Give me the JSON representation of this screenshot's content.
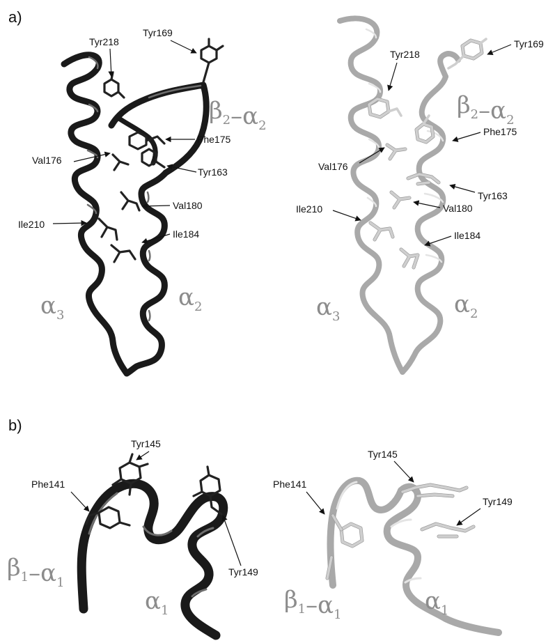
{
  "panels": {
    "a": {
      "label": "a)",
      "dark": {
        "residues": [
          "Tyr218",
          "Tyr169",
          "Phe175",
          "Val176",
          "Tyr163",
          "Val180",
          "Ile210",
          "Ile184"
        ],
        "loop": "β2–α2",
        "helix_left": "α3",
        "helix_right": "α2"
      },
      "light": {
        "residues": [
          "Tyr218",
          "Tyr169",
          "Phe175",
          "Val176",
          "Tyr163",
          "Val180",
          "Ile210",
          "Ile184"
        ],
        "loop": "β2–α2",
        "helix_left": "α3",
        "helix_right": "α2"
      }
    },
    "b": {
      "label": "b)",
      "dark": {
        "residues": [
          "Tyr145",
          "Phe141",
          "Tyr149"
        ],
        "loop": "β1–α1",
        "helix": "α1"
      },
      "light": {
        "residues": [
          "Tyr145",
          "Phe141",
          "Tyr149"
        ],
        "loop": "β1–α1",
        "helix": "α1"
      }
    }
  },
  "colors": {
    "dark_ribbon": "#1a1a1a",
    "light_ribbon": "#a9a9a9",
    "greek_label": "#8c8c8c"
  }
}
